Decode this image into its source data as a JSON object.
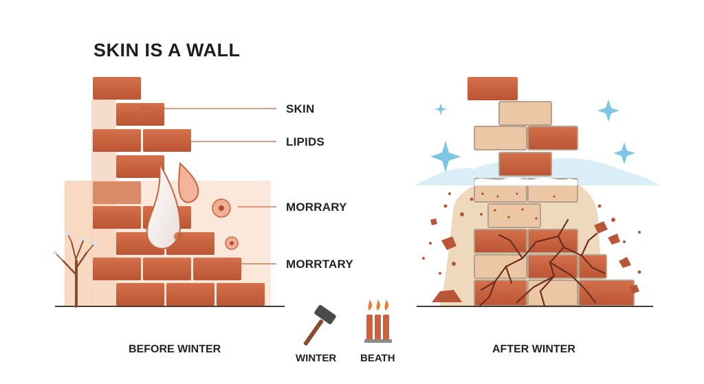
{
  "title": "SKIN IS A WALL",
  "labels": {
    "skin": "SKIN",
    "lipids": "LIPIDS",
    "morrary": "MORRARY",
    "morrtary": "MORRTARY"
  },
  "captions": {
    "before": "BEFORE WINTER",
    "after": "AFTER WINTER",
    "winter": "WINTER",
    "beath": "BEATH"
  },
  "icons": [
    "hammer-icon",
    "heater-icon",
    "snowflake-icon",
    "tree-icon"
  ],
  "colors": {
    "brick": "#c8623f",
    "brick_light": "#d97a55",
    "mortar": "#f2d7c0",
    "tan_brick": "#ecc7a5",
    "crack": "#6b2e1a",
    "snow": "#cfe6f2",
    "ice": "#7ec6e6",
    "overlay": "#f9d6bd"
  }
}
